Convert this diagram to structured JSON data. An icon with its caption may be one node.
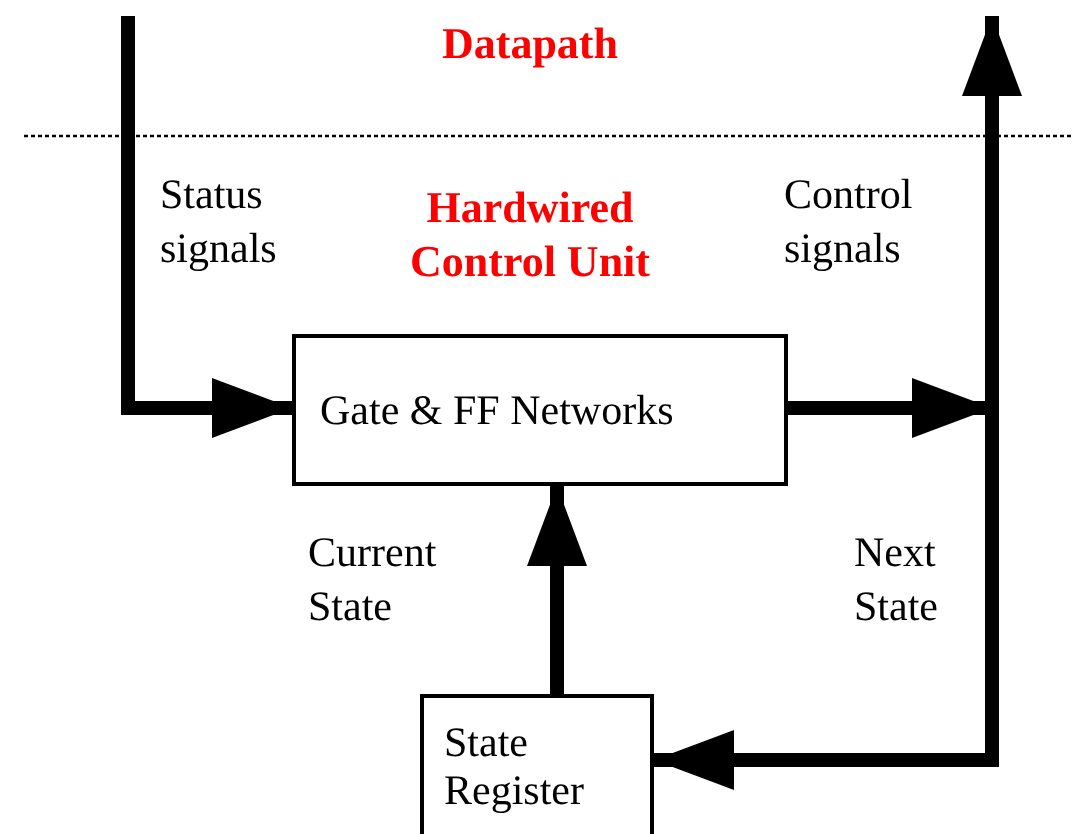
{
  "diagram": {
    "nodes": [
      {
        "text": [
          "Gate & FF Networks"
        ]
      },
      {
        "text": [
          "State Register"
        ]
      }
    ],
    "edges": [
      {
        "from": null,
        "to": 0,
        "arrow": "to",
        "label": "Status signals"
      },
      {
        "from": 0,
        "to": null,
        "arrow": "to",
        "label": "Control signals"
      },
      {
        "from": 0,
        "to": 1,
        "arrow": "to",
        "label": "Next State"
      },
      {
        "from": 1,
        "to": 0,
        "arrow": "to",
        "label": "Current State"
      }
    ],
    "labels": [
      "Datapath",
      "Hardwired Control Unit"
    ]
  }
}
